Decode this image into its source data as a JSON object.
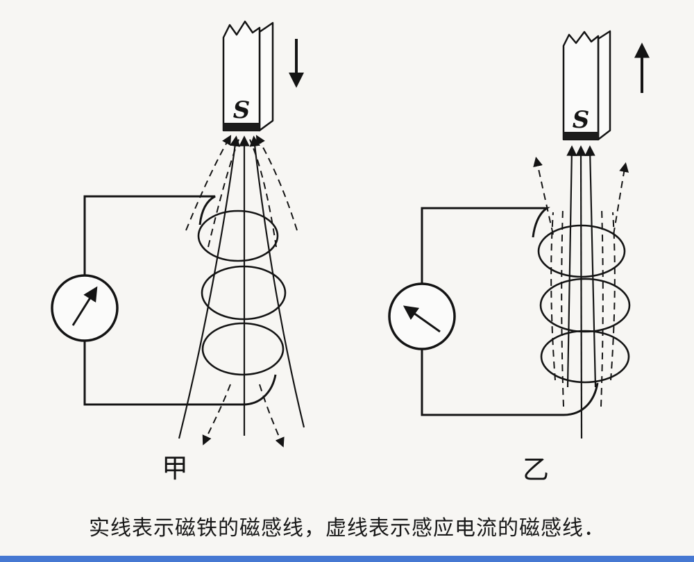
{
  "colors": {
    "background": "#f7f6f3",
    "ink": "#141414",
    "accent_bar": "#4678d2"
  },
  "caption": "实线表示磁铁的磁感线，虚线表示感应电流的磁感线．",
  "left_diagram": {
    "label": "甲",
    "magnet_pole": "S"
  },
  "right_diagram": {
    "label": "乙",
    "magnet_pole": "S"
  }
}
